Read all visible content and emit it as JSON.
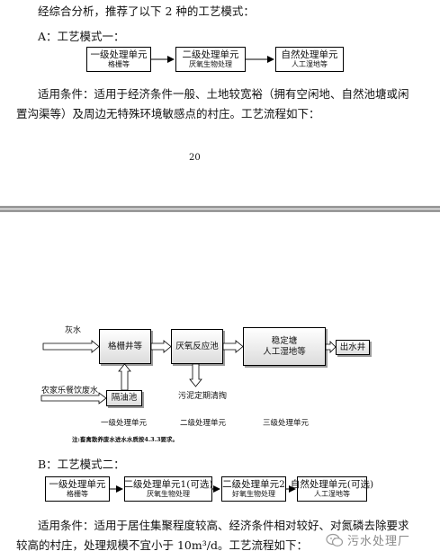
{
  "top_line": "经综合分析，推荐了以下 2 种的工艺模式：",
  "mode_a": {
    "label": "A：工艺模式一：",
    "units": [
      {
        "title": "一级处理单元",
        "sub": "格栅等"
      },
      {
        "title": "二级处理单元",
        "sub": "厌氧生物处理"
      },
      {
        "title": "自然处理单元",
        "sub": "人工湿地等"
      }
    ],
    "condition_p1": "适用条件：适用于经济条件一般、土地较宽裕（拥有空闲地、自然池塘或闲",
    "condition_p2": "置沟渠等）及周边无特殊环境敏感点的村庄。工艺流程如下："
  },
  "page_number": "20",
  "flow": {
    "inlet1": "灰水",
    "inlet2": "农家乐餐饮废水",
    "grid": "格栅井等",
    "anaerobic": "厌氧反应池",
    "pond_line1": "稳定塘",
    "pond_line2": "人工湿地等",
    "outlet": "出水井",
    "oil": "隔油池",
    "sludge": "污泥定期清掏",
    "stage1": "一级处理单元",
    "stage2": "二级处理单元",
    "stage3": "三级处理单元",
    "note": "注:畜禽散养废水进水水质按4.3.3要求。"
  },
  "mode_b": {
    "label": "B：工艺模式二：",
    "units": [
      {
        "title": "一级处理单元",
        "sub": "格栅等"
      },
      {
        "title": "二级处理单元1(可选)",
        "sub": "厌氧生物处理"
      },
      {
        "title": "二级处理单元2",
        "sub": "好氧生物处理"
      },
      {
        "title": "自然处理单元(可选)",
        "sub": "人工湿地等"
      }
    ],
    "condition_p1": "适用条件：适用于居住集聚程度较高、经济条件相对较好、对氮磷去除要求",
    "condition_p2": "较高的村庄，处理规模不宜小于 10m³/d。工艺流程如下："
  },
  "watermark": "污水处理厂"
}
